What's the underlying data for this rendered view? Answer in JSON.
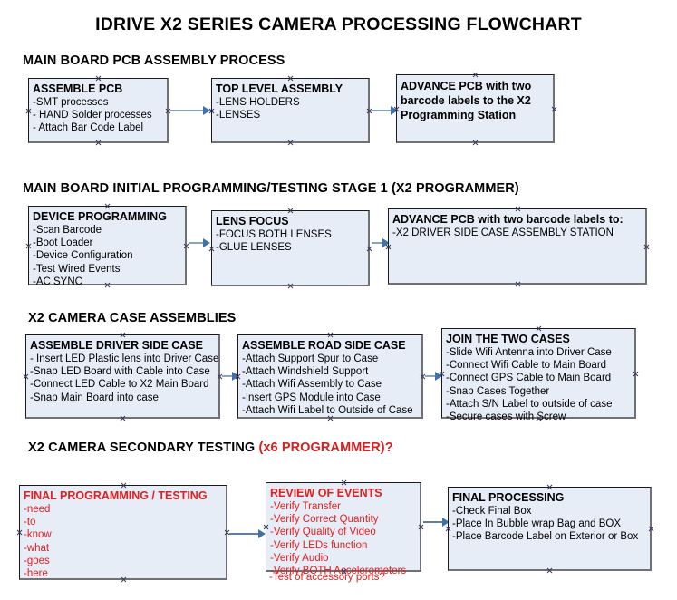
{
  "document": {
    "title": "IDRIVE X2  SERIES CAMERA PROCESSING FLOWCHART"
  },
  "sections": [
    {
      "id": "main-board-pcb-assembly-process",
      "heading": "MAIN BOARD PCB ASSEMBLY PROCESS",
      "heading_accent": ""
    },
    {
      "id": "main-board-initial-programming",
      "heading": "MAIN BOARD INITIAL PROGRAMMING/TESTING STAGE 1 (X2 PROGRAMMER)",
      "heading_accent": ""
    },
    {
      "id": "x2-camera-case-assemblies",
      "heading": "X2 CAMERA CASE ASSEMBLIES",
      "heading_accent": ""
    },
    {
      "id": "x2-camera-secondary-testing",
      "heading": "X2 CAMERA SECONDARY TESTING ",
      "heading_accent": "(x6 PROGRAMMER)?"
    }
  ],
  "boxes": {
    "assemble_pcb": {
      "title": "ASSEMBLE PCB",
      "lines": [
        "-SMT processes",
        "- HAND Solder processes",
        "- Attach Bar Code Label"
      ]
    },
    "top_level_assembly": {
      "title": "TOP LEVEL ASSEMBLY",
      "lines": [
        "-LENS HOLDERS",
        "-LENSES"
      ]
    },
    "advance_pcb_station": {
      "title": "ADVANCE PCB with two barcode labels to the  X2 Programming Station",
      "lines": []
    },
    "device_programming": {
      "title": "DEVICE PROGRAMMING",
      "lines": [
        "-Scan Barcode",
        "-Boot Loader",
        "-Device Configuration",
        "-Test Wired Events",
        "-AC SYNC"
      ]
    },
    "lens_focus": {
      "title": "LENS FOCUS",
      "lines": [
        "-FOCUS BOTH LENSES",
        "-GLUE LENSES"
      ]
    },
    "advance_pcb_driver_side": {
      "title": "ADVANCE PCB with two barcode labels to:",
      "lines": [
        "-X2 DRIVER  SIDE  CASE  ASSEMBLY STATION"
      ]
    },
    "assemble_driver_side_case": {
      "title": "ASSEMBLE DRIVER SIDE CASE",
      "lines": [
        "- Insert LED Plastic lens into Driver Case",
        "-Snap LED Board with Cable into Case",
        "-Connect LED Cable to X2 Main Board",
        "-Snap Main Board into case"
      ]
    },
    "assemble_road_side_case": {
      "title": "ASSEMBLE ROAD SIDE CASE",
      "lines": [
        "-Attach Support Spur to Case",
        "-Attach Windshield Support",
        "-Attach Wifi Assembly to Case",
        "-Insert GPS Module into Case",
        "-Attach Wifi Label to Outside of Case"
      ]
    },
    "join_the_two_cases": {
      "title": "JOIN THE TWO CASES",
      "lines": [
        "-Slide Wifi Antenna into Driver Case",
        "-Connect Wifi Cable to Main Board",
        "-Connect GPS Cable to Main Board",
        "-Snap Cases Together",
        "-Attach S/N Label to outside of case",
        "-Secure cases with Screw"
      ]
    },
    "final_programming_testing": {
      "title": "FINAL PROGRAMMING / TESTING",
      "lines": [
        "-need",
        "-to",
        "-know",
        "-what",
        "-goes",
        "-here"
      ]
    },
    "review_of_events": {
      "title": "REVIEW OF EVENTS",
      "lines": [
        "-Verify Transfer",
        "-Verify Correct Quantity",
        "-Verify Quality of Video",
        "-Verify LEDs function",
        "-Verify Audio",
        "-Verify BOTH Accelerometers"
      ],
      "overflow_line": "-Test of accessory ports?"
    },
    "final_processing": {
      "title": "FINAL PROCESSING",
      "lines": [
        " -Check Final Box",
        "-Place In Bubble wrap Bag and BOX",
        "-Place Barcode Label on Exterior or Box"
      ]
    }
  },
  "colors": {
    "box_fill": "#e7edf7",
    "box_border": "#1a1a1a",
    "box_shadow": "#6f7175",
    "connector": "#8aa4bd",
    "arrow": "#3f72ad",
    "accent_red": "#e02020",
    "heading_red": "#d42020",
    "text": "#000000"
  }
}
